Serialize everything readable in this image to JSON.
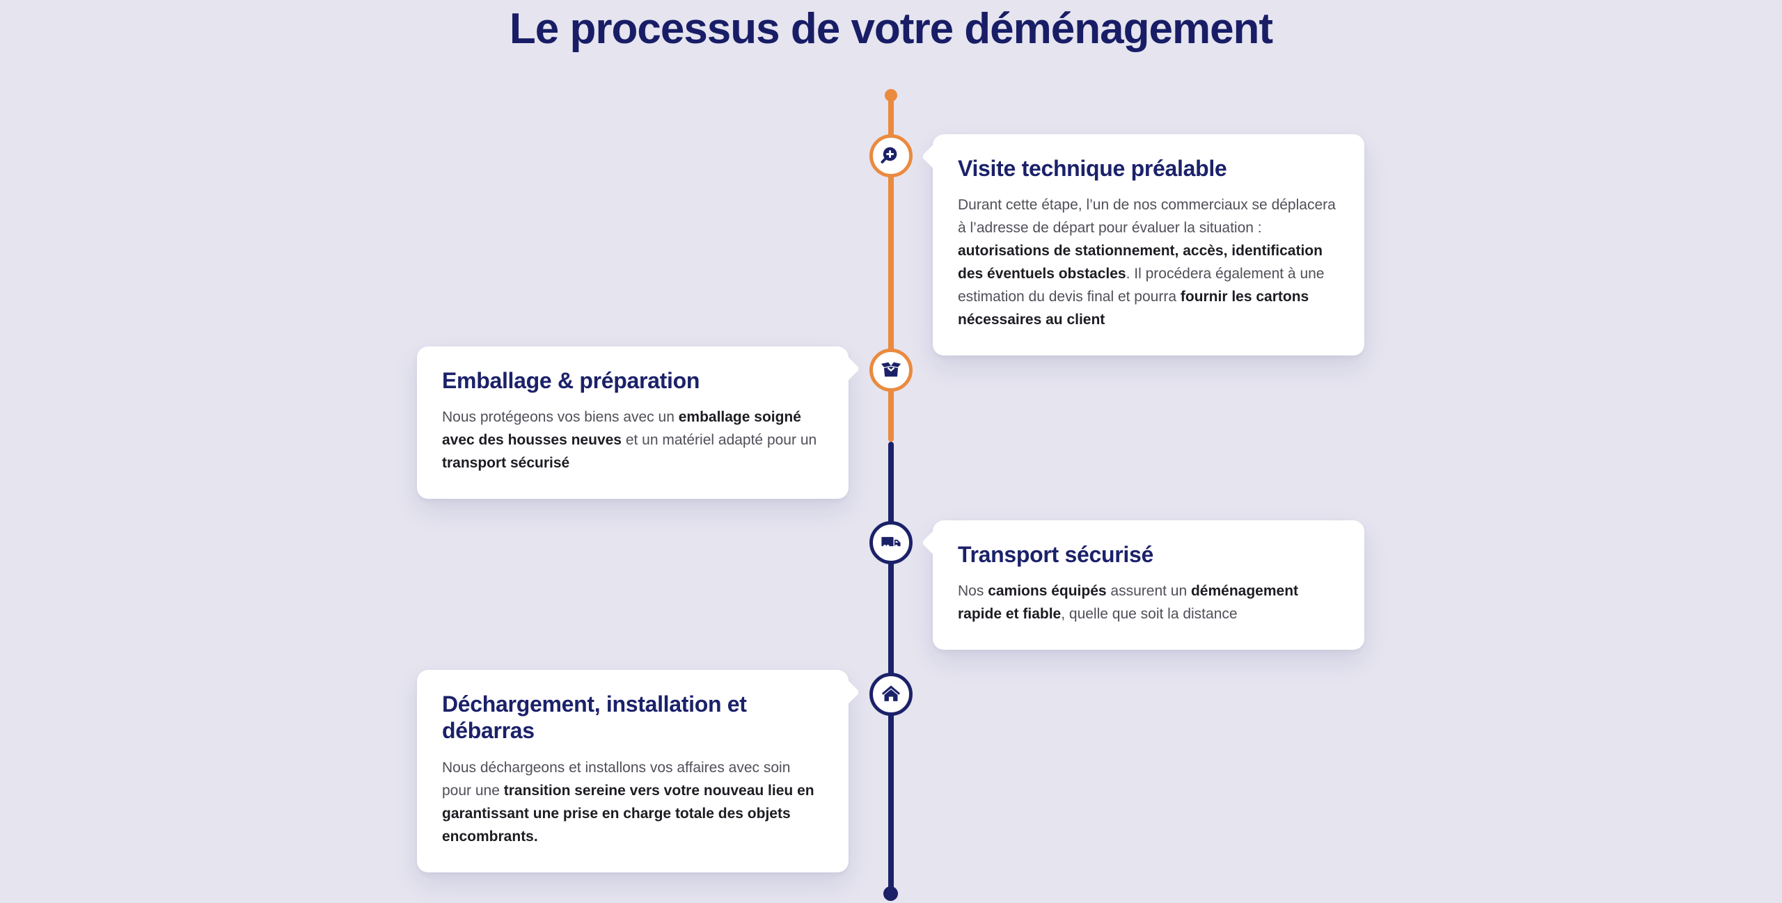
{
  "page": {
    "title": "Le processus de votre déménagement"
  },
  "theme": {
    "background": "#e5e4ef",
    "navy": "#1b2168",
    "orange": "#ea8a3f",
    "card_background": "#ffffff",
    "title_color": "#181d66",
    "body_text_color": "#4f4f58",
    "body_bold_color": "#1c1c22"
  },
  "timeline": {
    "start_dot_color": "#ea8a3f",
    "end_dot_color": "#1b2168",
    "upper_line_color": "#ea8a3f",
    "lower_line_color": "#1b2168",
    "steps": [
      {
        "side": "right",
        "accent": "orange",
        "icon": "zoom-in-icon",
        "title": "Visite technique préalable",
        "body": [
          {
            "text": "Durant cette étape, l’un de nos commerciaux se déplacera à l’adresse de départ pour évaluer la situation : ",
            "bold": false
          },
          {
            "text": "autorisations de stationnement, accès, identification des éventuels obstacles",
            "bold": true
          },
          {
            "text": ". Il procédera également à une estimation du devis final et pourra ",
            "bold": false
          },
          {
            "text": "fournir les cartons nécessaires au client",
            "bold": true
          }
        ]
      },
      {
        "side": "left",
        "accent": "orange",
        "icon": "open-box-icon",
        "title": "Emballage & préparation",
        "body": [
          {
            "text": "Nous protégeons vos biens avec un ",
            "bold": false
          },
          {
            "text": "emballage soigné avec des housses neuves",
            "bold": true
          },
          {
            "text": " et un matériel adapté pour un ",
            "bold": false
          },
          {
            "text": "transport sécurisé",
            "bold": true
          }
        ]
      },
      {
        "side": "right",
        "accent": "navy",
        "icon": "truck-icon",
        "title": "Transport sécurisé",
        "body": [
          {
            "text": "Nos ",
            "bold": false
          },
          {
            "text": "camions équipés",
            "bold": true
          },
          {
            "text": " assurent un ",
            "bold": false
          },
          {
            "text": "déménagement rapide et fiable",
            "bold": true
          },
          {
            "text": ", quelle que soit la distance",
            "bold": false
          }
        ]
      },
      {
        "side": "left",
        "accent": "navy",
        "icon": "home-icon",
        "title": "Déchargement, installation et débarras",
        "body": [
          {
            "text": "Nous déchargeons et installons vos affaires avec soin pour une ",
            "bold": false
          },
          {
            "text": "transition sereine vers votre nouveau lieu en garantissant une prise en charge totale des objets encombrants.",
            "bold": true
          }
        ]
      }
    ]
  }
}
